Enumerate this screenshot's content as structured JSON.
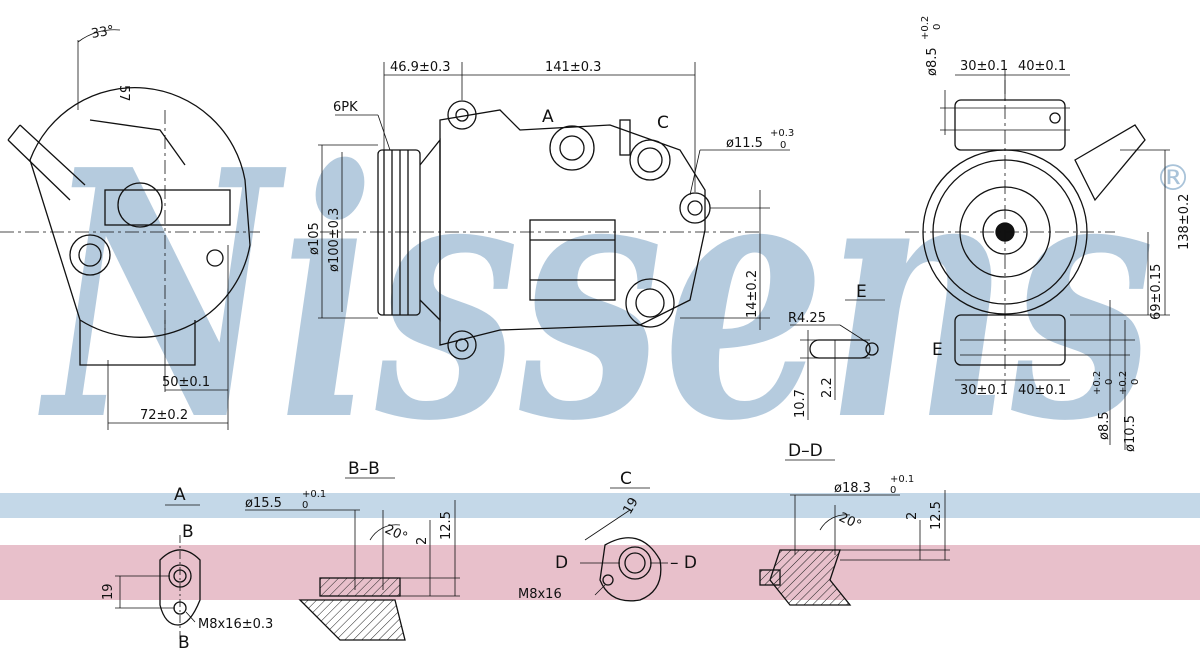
{
  "brand": {
    "watermark": "Nissens",
    "registered": "®",
    "watermark_color": "#a9c3d9",
    "band_blue": "#c4d8e8",
    "band_pink": "#e8c0cb"
  },
  "left_view": {
    "angle_33": "33°",
    "dim_57": "57",
    "dim_50": "50±0.1",
    "dim_72": "72±0.2"
  },
  "side_view": {
    "dim_469": "46.9±0.3",
    "dim_141": "141±0.3",
    "pulley": "6PK",
    "label_a": "A",
    "label_c": "C",
    "port_dia": "ø11.5",
    "port_tol_top": "+0.3",
    "port_tol_bot": "0",
    "dia_105": "ø105",
    "dia_100": "ø100±0.3",
    "dim_14": "14±0.2"
  },
  "detail_e": {
    "title": "E",
    "radius": "R4.25",
    "dim_107": "10.7",
    "dim_22": "2.2"
  },
  "right_view": {
    "dia_85": "ø8.5",
    "tol_top": "+0.2",
    "tol_bot": "0",
    "dim_30": "30±0.1",
    "dim_40": "40±0.1",
    "dim_138": "138±0.2",
    "dim_69": "69±0.15",
    "label_e": "E",
    "dia_105": "ø10.5"
  },
  "bottom": {
    "a": {
      "title": "A",
      "b_top": "B",
      "b_bot": "B",
      "dim_19": "19",
      "thread": "M8x16±0.3"
    },
    "bb": {
      "title": "B–B",
      "dia": "ø15.5",
      "tol_top": "+0.1",
      "tol_bot": "0",
      "angle": "20°",
      "dim_2": "2",
      "dim_125": "12.5"
    },
    "c": {
      "title": "C",
      "dim_19": "19",
      "d_left": "D",
      "d_right": "– D",
      "thread": "M8x16"
    },
    "dd": {
      "title": "D–D",
      "dia": "ø18.3",
      "tol_top": "+0.1",
      "tol_bot": "0",
      "angle": "20°",
      "dim_2": "2",
      "dim_125": "12.5"
    }
  }
}
